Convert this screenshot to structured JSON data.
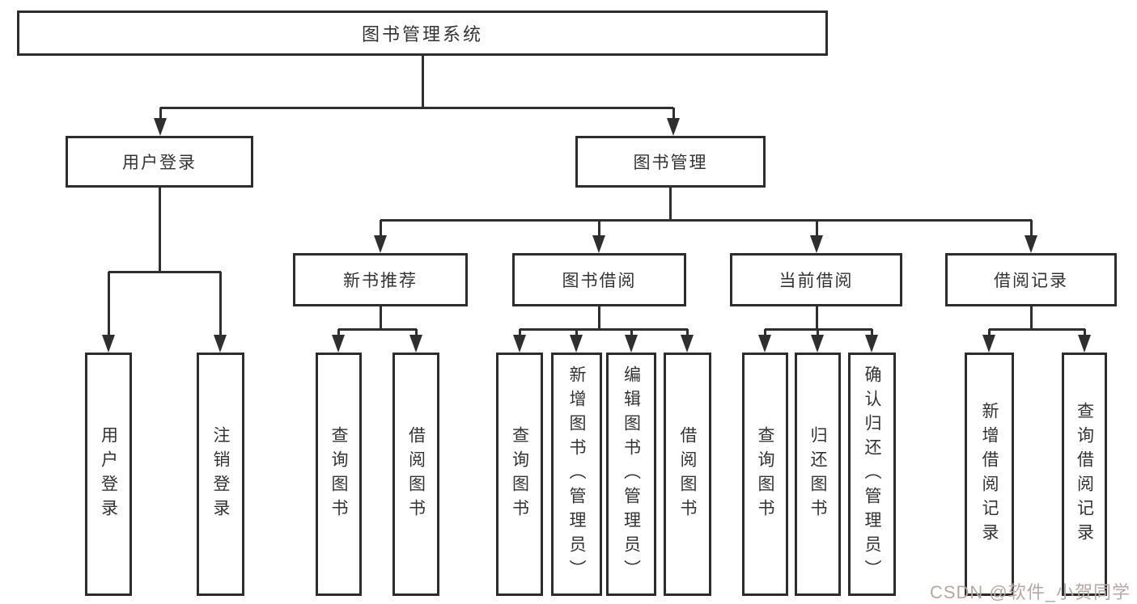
{
  "diagram": {
    "root": {
      "label": "图书管理系统",
      "children": [
        {
          "label": "用户登录",
          "children": [
            {
              "label": "用户登录"
            },
            {
              "label": "注销登录"
            }
          ]
        },
        {
          "label": "图书管理",
          "children": [
            {
              "label": "新书推荐",
              "children": [
                {
                  "label": "查询图书"
                },
                {
                  "label": "借阅图书"
                }
              ]
            },
            {
              "label": "图书借阅",
              "children": [
                {
                  "label": "查询图书"
                },
                {
                  "label": "新增图书（管理员）"
                },
                {
                  "label": "编辑图书（管理员）"
                },
                {
                  "label": "借阅图书"
                }
              ]
            },
            {
              "label": "当前借阅",
              "children": [
                {
                  "label": "查询图书"
                },
                {
                  "label": "归还图书"
                },
                {
                  "label": "确认归还（管理员）"
                }
              ]
            },
            {
              "label": "借阅记录",
              "children": [
                {
                  "label": "新增借阅记录"
                },
                {
                  "label": "查询借阅记录"
                }
              ]
            }
          ]
        }
      ]
    }
  },
  "watermark": {
    "text": "CSDN @软件_小贺同学",
    "color": "#b7a7a7"
  },
  "colors": {
    "line": "#2f2f2f",
    "box_border": "#2d2d2d",
    "text": "#333333",
    "background": "#ffffff"
  }
}
